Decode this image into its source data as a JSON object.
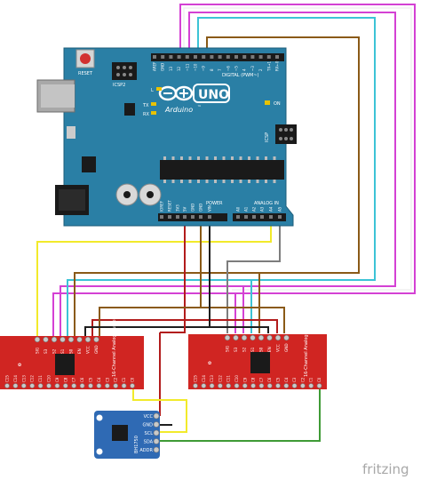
{
  "arduino": {
    "reset_label": "RESET",
    "icsp2_label": "ICSP2",
    "brand": "Arduino",
    "trademark": "™",
    "model": "UNO",
    "digital_header": "DIGITAL (PWM~)",
    "icsp_label": "ICSP",
    "on_label": "ON",
    "l_label": "L",
    "tx_label": "TX",
    "rx_label": "RX",
    "power_label": "POWER",
    "analog_label": "ANALOG IN",
    "top_pins": [
      "AREF",
      "GND",
      "13",
      "12",
      "~11",
      "~10",
      "~9",
      "8",
      "7",
      "~6",
      "~5",
      "4",
      "~3",
      "2",
      "TX→1",
      "RX←0"
    ],
    "bottom_pins": [
      "IOREF",
      "RESET",
      "3V3",
      "5V",
      "GND",
      "GND",
      "VIN",
      "A0",
      "A1",
      "A2",
      "A3",
      "A4",
      "A5"
    ]
  },
  "mux_left": {
    "top_pins": [
      "SIG",
      "S3",
      "S2",
      "S1",
      "S0",
      "EN",
      "VCC",
      "GND"
    ],
    "bottom_pins": [
      "C15",
      "C14",
      "C13",
      "C12",
      "C11",
      "C10",
      "C9",
      "C8",
      "C7",
      "C6",
      "C5",
      "C4",
      "C3",
      "C2",
      "C1",
      "C0"
    ],
    "label": "16-Channel Analog Multiplexer"
  },
  "mux_right": {
    "top_pins": [
      "SIG",
      "S3",
      "S2",
      "S1",
      "S0",
      "EN",
      "VCC",
      "GND"
    ],
    "bottom_pins": [
      "C15",
      "C14",
      "C13",
      "C12",
      "C11",
      "C10",
      "C9",
      "C8",
      "C7",
      "C6",
      "C5",
      "C4",
      "C3",
      "C2",
      "C1",
      "C0"
    ],
    "label": "16-Channel Analog Multiplexer"
  },
  "sensor": {
    "name": "BH1750",
    "pins": [
      "VCC",
      "GND",
      "SCL",
      "SDA",
      "ADDR"
    ]
  },
  "watermark": "fritzing",
  "colors": {
    "board": "#2a7fa5",
    "board_dark": "#1f6384",
    "mux": "#d02522",
    "sensor": "#2f6ab4",
    "wire_magenta": "#d441d4",
    "wire_cyan": "#3cc3d6",
    "wire_brown": "#8a5a17",
    "wire_gray": "#7d7d7d",
    "wire_yellow": "#f2ea2b",
    "wire_red": "#b21c1c",
    "wire_black": "#1e1e1e",
    "wire_green": "#3f9b36"
  }
}
